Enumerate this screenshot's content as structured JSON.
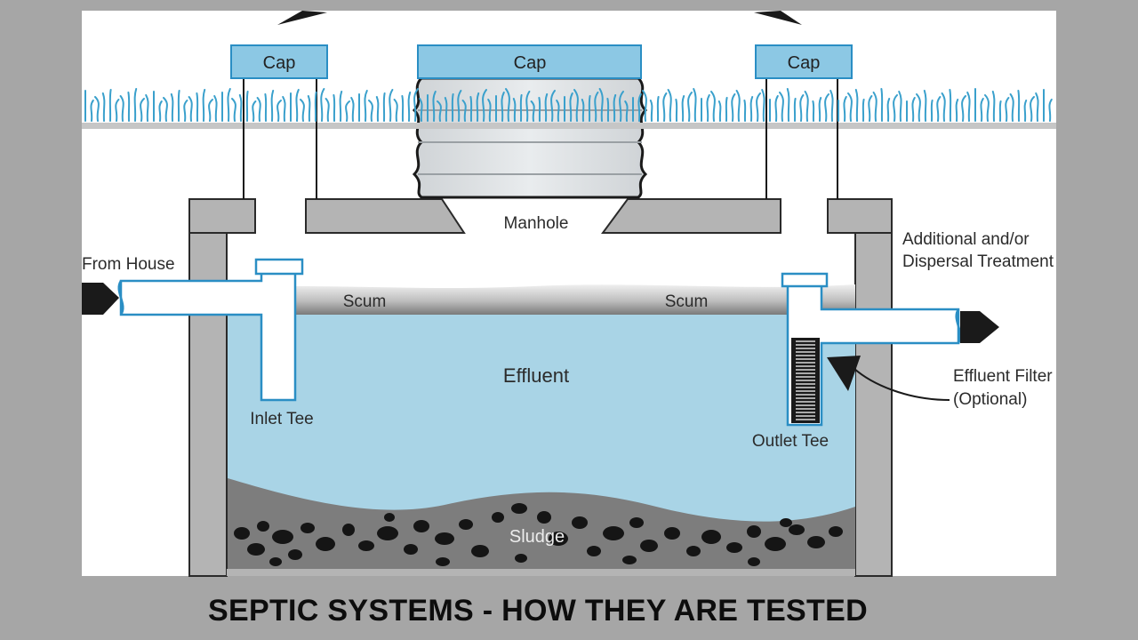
{
  "diagram": {
    "caps": [
      "Cap",
      "Cap",
      "Cap"
    ],
    "labels": {
      "manhole": "Manhole",
      "from_house": "From House",
      "dispersal_line1": "Additional and/or",
      "dispersal_line2": "Dispersal Treatment",
      "scum_left": "Scum",
      "scum_right": "Scum",
      "effluent": "Effluent",
      "inlet_tee": "Inlet Tee",
      "outlet_tee": "Outlet Tee",
      "filter_line1": "Effluent Filter",
      "filter_line2": "(Optional)",
      "sludge": "Sludge"
    },
    "colors": {
      "pipe_blue": "#2a8ec4",
      "cap_fill": "#8cc8e4",
      "effluent": "#a9d4e6",
      "concrete": "#b4b4b4",
      "grass": "#3aa0cc"
    }
  },
  "title": "SEPTIC SYSTEMS - HOW THEY ARE TESTED"
}
